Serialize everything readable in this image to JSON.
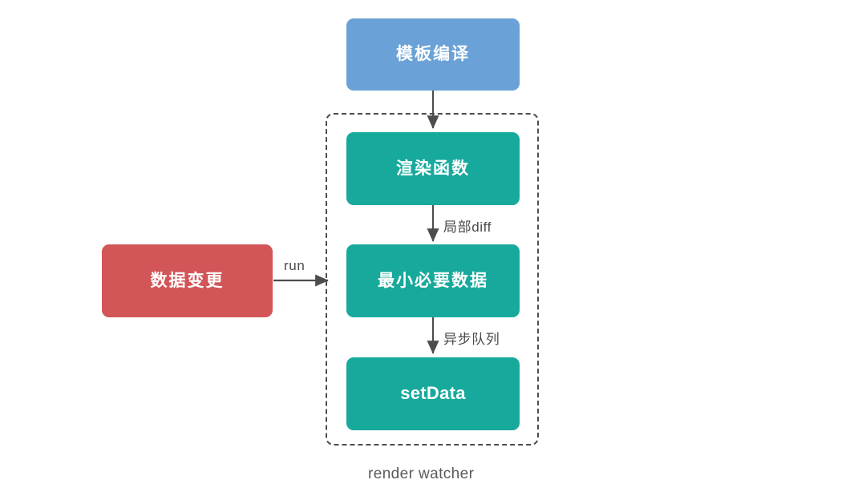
{
  "diagram": {
    "title": "render watcher flow",
    "background": "#ffffff",
    "colors": {
      "blue": "#6aa2d7",
      "teal": "#17a99c",
      "red": "#d25558",
      "arrow": "#4d4d4d",
      "dashed_border": "#4d4d4d",
      "label_text": "#4a4a4a",
      "caption_text": "#5a5a5a",
      "node_text": "#ffffff"
    },
    "nodes": [
      {
        "id": "template-compile",
        "label": "模板编译",
        "style": "blue",
        "script": "cjk"
      },
      {
        "id": "render-function",
        "label": "渲染函数",
        "style": "teal",
        "script": "cjk"
      },
      {
        "id": "minimal-data",
        "label": "最小必要数据",
        "style": "teal",
        "script": "cjk"
      },
      {
        "id": "set-data",
        "label": "setData",
        "style": "teal",
        "script": "latin"
      },
      {
        "id": "data-change",
        "label": "数据变更",
        "style": "red",
        "script": "cjk"
      }
    ],
    "edges": [
      {
        "id": "compile-to-render",
        "from": "template-compile",
        "to": "render-function",
        "label": ""
      },
      {
        "id": "render-to-minimal",
        "from": "render-function",
        "to": "minimal-data",
        "label": "局部diff"
      },
      {
        "id": "minimal-to-setdata",
        "from": "minimal-data",
        "to": "set-data",
        "label": "异步队列"
      },
      {
        "id": "datachange-to-group",
        "from": "data-change",
        "to": "render-watcher-group",
        "label": "run"
      }
    ],
    "group": {
      "id": "render-watcher-group",
      "caption": "render watcher",
      "border_style": "dashed"
    }
  }
}
